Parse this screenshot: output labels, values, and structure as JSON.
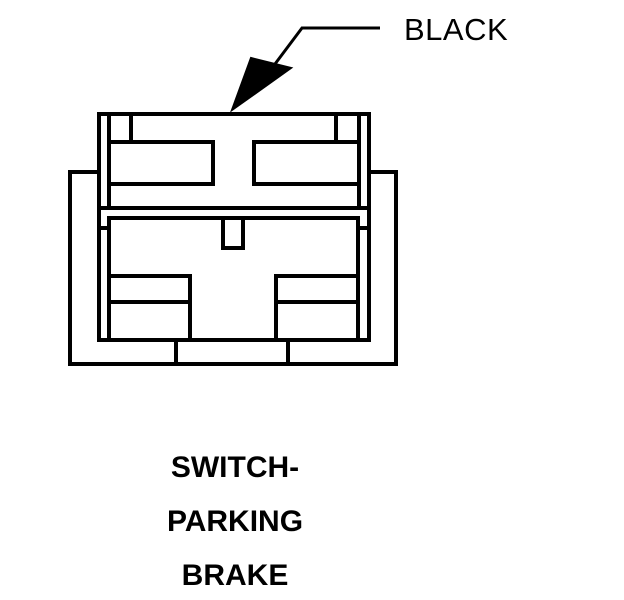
{
  "callout": {
    "label": "BLACK"
  },
  "caption": {
    "line1": "SWITCH-",
    "line2": "PARKING",
    "line3": "BRAKE"
  },
  "colors": {
    "ink": "#000000",
    "paper": "#ffffff"
  }
}
